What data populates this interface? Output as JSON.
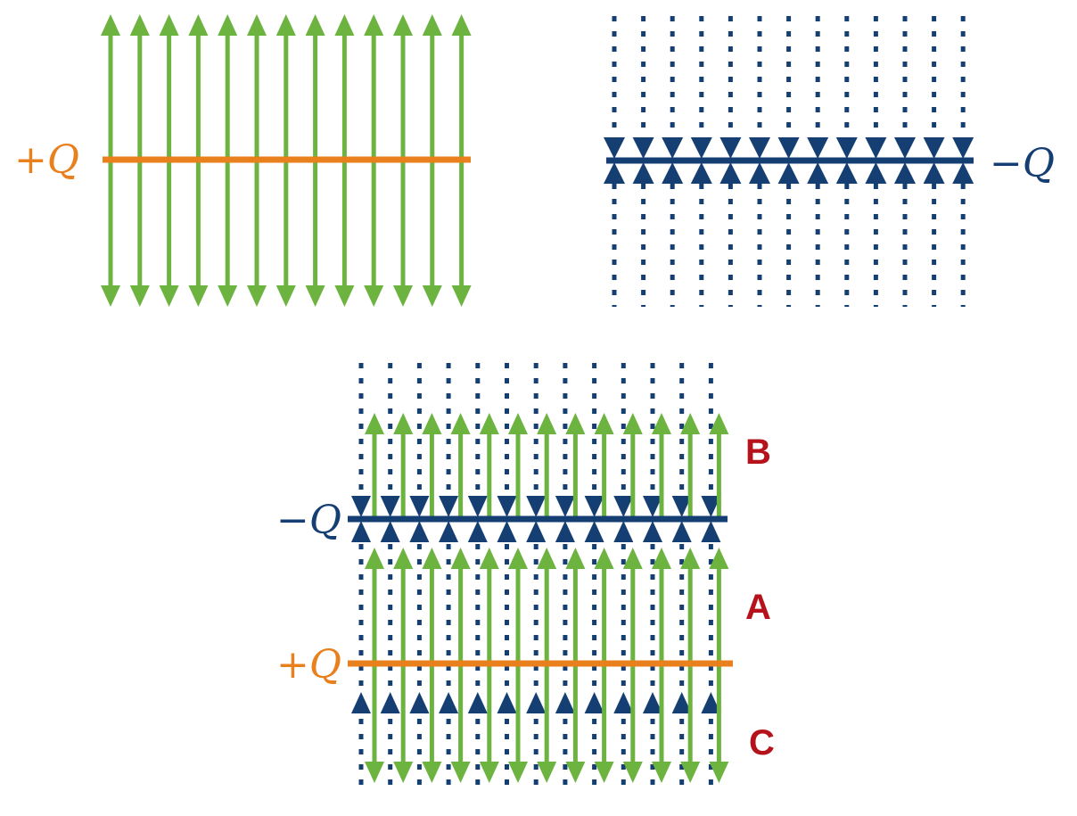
{
  "colors": {
    "positive": "#e8801e",
    "negative": "#153f73",
    "field_positive": "#6cb33f",
    "region": "#b5121b"
  },
  "panels": {
    "positive_plate": {
      "label": "+Q"
    },
    "negative_plate": {
      "label": "−Q"
    },
    "combined": {
      "negative_label": "−Q",
      "positive_label": "+Q",
      "regions": {
        "top": "B",
        "middle": "A",
        "bottom": "C"
      }
    }
  }
}
